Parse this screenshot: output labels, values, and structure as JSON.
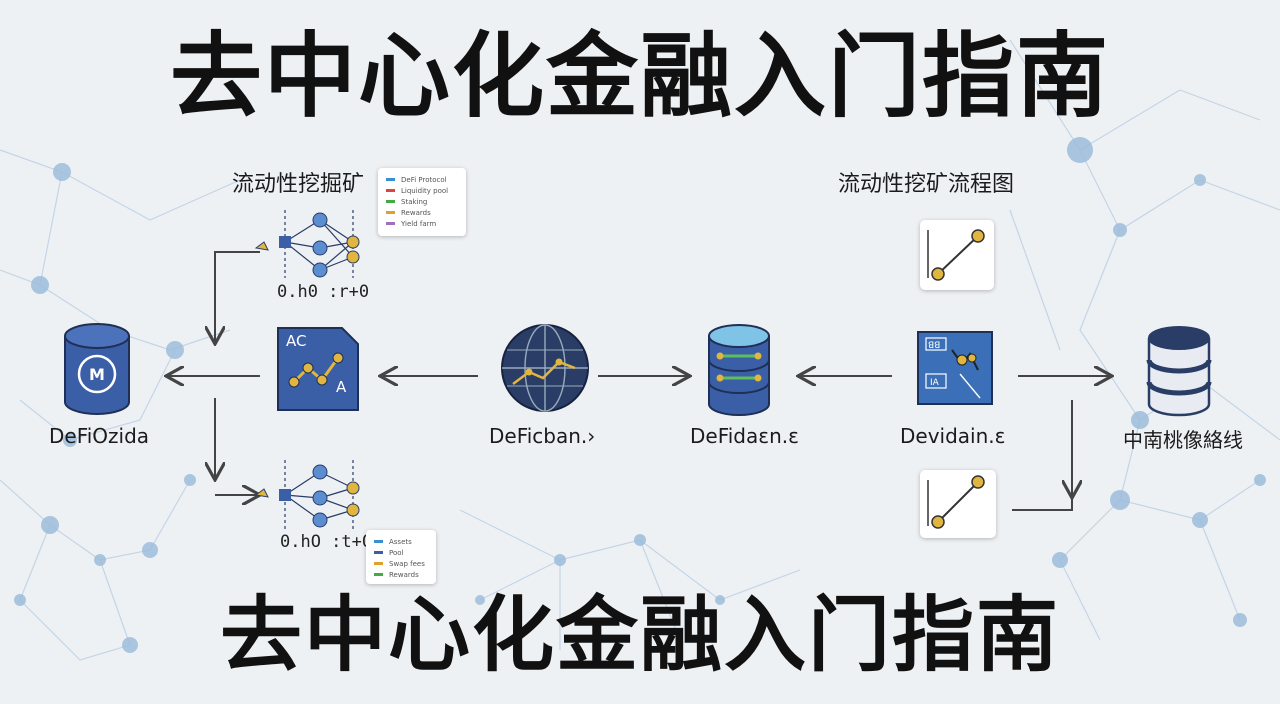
{
  "title_top": "去中心化金融入门指南",
  "title_bottom": "去中心化金融入门指南",
  "left_panel": {
    "title": "流动性挖掘矿",
    "top_network_label": "0.h0 :r+0",
    "bottom_network_label": "0.hO :t+0",
    "top_legend": [
      "DeFi Protocol",
      "Liquidity pool",
      "Staking",
      "Rewards",
      "Yield farm"
    ],
    "bottom_legend": [
      "Assets",
      "Pool",
      "Swap fees",
      "Rewards"
    ]
  },
  "right_panel": {
    "title": "流动性挖矿流程图"
  },
  "nodes": {
    "database_left": "DeFiOzida",
    "globe": "DeFicban.›",
    "database_center": "DeFidaɛn.ɛ",
    "diagram_box": "Devidain.ɛ",
    "database_right": "中南桃像絡线"
  },
  "icon_text": {
    "database_left_letter": "M",
    "chart_card_top": "AC",
    "chart_card_bottom": "A",
    "diagram_box_top": "ꓭꓭ",
    "diagram_box_bottom": "IA"
  },
  "colors": {
    "title": "#111111",
    "icon_blue": "#3b5fa6",
    "icon_dark": "#2a3d66",
    "node_gold": "#e0b640",
    "arrow": "#444444",
    "network_line": "#b7cde0",
    "network_dot": "#8fb3d6"
  }
}
